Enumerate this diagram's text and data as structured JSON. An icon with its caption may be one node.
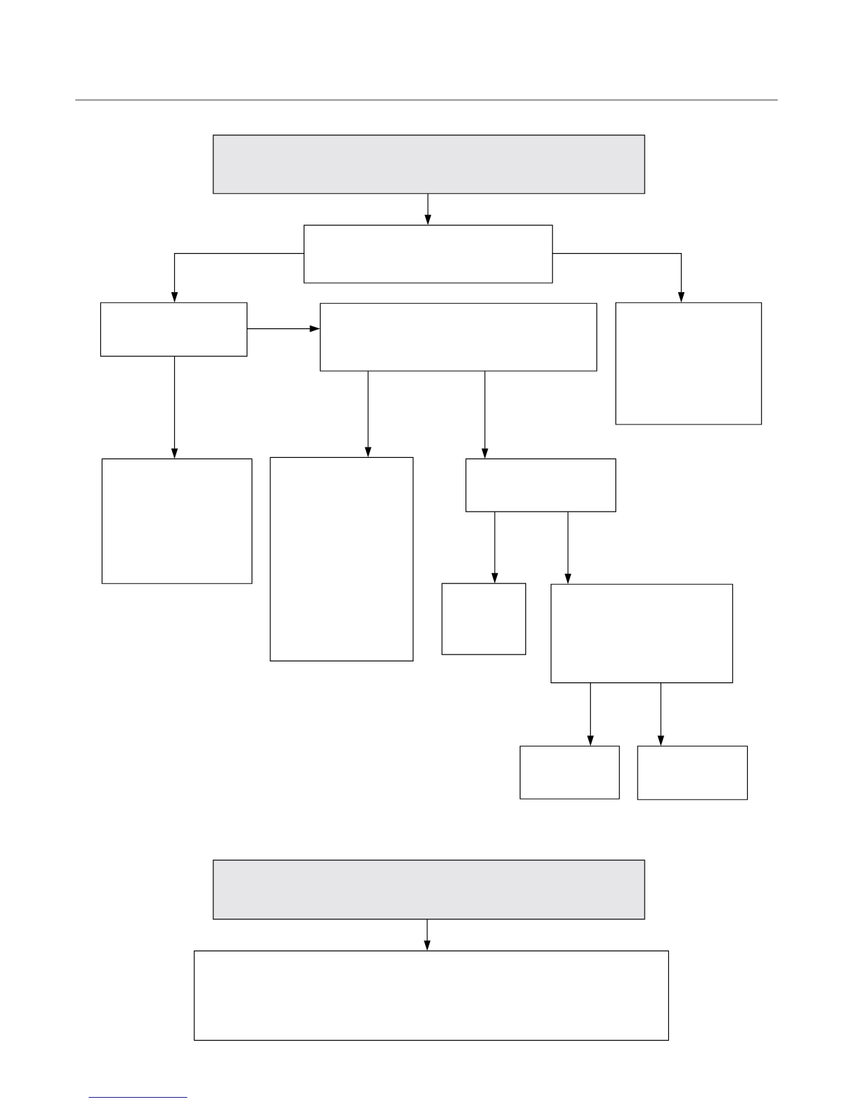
{
  "diagram": {
    "nodes": [
      {
        "text": [],
        "shape": "box"
      },
      {
        "text": [],
        "shape": "box"
      },
      {
        "text": [],
        "shape": "box"
      },
      {
        "text": [],
        "shape": "box"
      },
      {
        "text": [],
        "shape": "box"
      },
      {
        "text": [],
        "shape": "box"
      },
      {
        "text": [],
        "shape": "box"
      },
      {
        "text": [],
        "shape": "box"
      },
      {
        "text": [],
        "shape": "box"
      },
      {
        "text": [],
        "shape": "box"
      },
      {
        "text": [],
        "shape": "box"
      },
      {
        "text": [],
        "shape": "box"
      },
      {
        "text": [],
        "shape": "box"
      },
      {
        "text": [],
        "shape": "box"
      }
    ],
    "edges": [
      {
        "from": 0,
        "to": 1,
        "arrow": "to"
      },
      {
        "from": 1,
        "to": 2,
        "arrow": "to"
      },
      {
        "from": 1,
        "to": 4,
        "arrow": "to"
      },
      {
        "from": 2,
        "to": 3,
        "arrow": "to"
      },
      {
        "from": 2,
        "to": 5,
        "arrow": "to"
      },
      {
        "from": 3,
        "to": 6,
        "arrow": "to"
      },
      {
        "from": 3,
        "to": 7,
        "arrow": "to"
      },
      {
        "from": 7,
        "to": 8,
        "arrow": "to"
      },
      {
        "from": 7,
        "to": 9,
        "arrow": "to"
      },
      {
        "from": 9,
        "to": 10,
        "arrow": "to"
      },
      {
        "from": 9,
        "to": 11,
        "arrow": "to"
      },
      {
        "from": 12,
        "to": 13,
        "arrow": "to"
      }
    ]
  }
}
